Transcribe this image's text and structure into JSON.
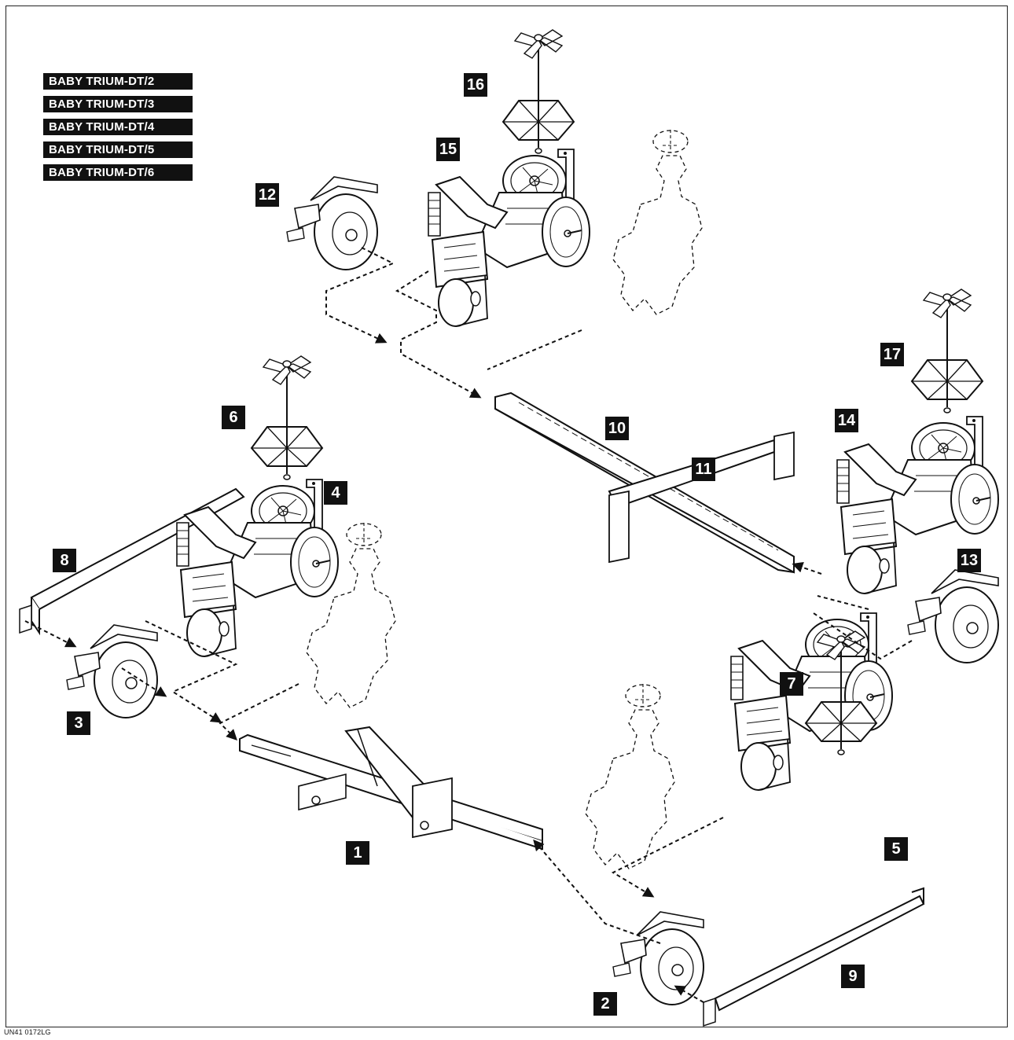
{
  "models": [
    "BABY TRIUM-DT/2",
    "BABY TRIUM-DT/3",
    "BABY TRIUM-DT/4",
    "BABY TRIUM-DT/5",
    "BABY TRIUM-DT/6"
  ],
  "callouts": {
    "c1": "1",
    "c2": "2",
    "c3": "3",
    "c4": "4",
    "c5": "5",
    "c6": "6",
    "c7": "7",
    "c8": "8",
    "c9": "9",
    "c10": "10",
    "c11": "11",
    "c12": "12",
    "c13": "13",
    "c14": "14",
    "c15": "15",
    "c16": "16",
    "c17": "17"
  },
  "footer_code": "UN41 0172LG",
  "colors": {
    "ink": "#111111",
    "label_bg": "#111111",
    "label_text": "#ffffff"
  }
}
